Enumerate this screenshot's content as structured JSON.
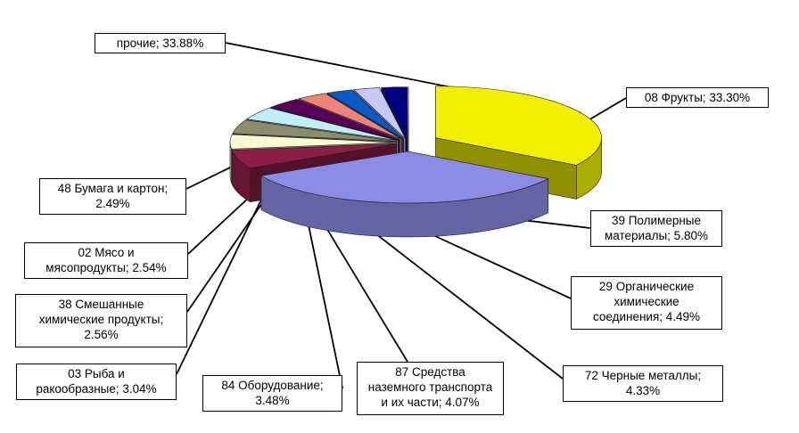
{
  "chart_data": {
    "type": "pie",
    "style": "3d-exploded",
    "slices": [
      {
        "label": "прочие; 33.88%",
        "value": 33.88,
        "color": "#f0f000"
      },
      {
        "label": "08 Фрукты; 33.30%",
        "value": 33.3,
        "color": "#8c8ce6"
      },
      {
        "label": "39 Полимерные\nматериалы; 5.80%",
        "value": 5.8,
        "color": "#8c1e46"
      },
      {
        "label": "29 Органические\nхимические\nсоединения; 4.49%",
        "value": 4.49,
        "color": "#fafad2"
      },
      {
        "label": "72 Черные металлы;\n4.33%",
        "value": 4.33,
        "color": "#8c8c6e"
      },
      {
        "label": "87 Средства\nназемного транспорта\nи их части; 4.07%",
        "value": 4.07,
        "color": "#bfeff5"
      },
      {
        "label": "84 Оборудование;\n3.48%",
        "value": 3.48,
        "color": "#5a005a"
      },
      {
        "label": "03 Рыба и\nракообразные; 3.04%",
        "value": 3.04,
        "color": "#f08278"
      },
      {
        "label": "38 Смешанные\nхимические продукты;\n2.56%",
        "value": 2.56,
        "color": "#0a5ac8"
      },
      {
        "label": "02 Мясо и\nмясопродукты; 2.54%",
        "value": 2.54,
        "color": "#c8c8f5"
      },
      {
        "label": "48 Бумага и картон;\n2.49%",
        "value": 2.49,
        "color": "#000080"
      },
      {
        "label": "",
        "value": 0.02,
        "color": "#ff00ff"
      }
    ]
  }
}
